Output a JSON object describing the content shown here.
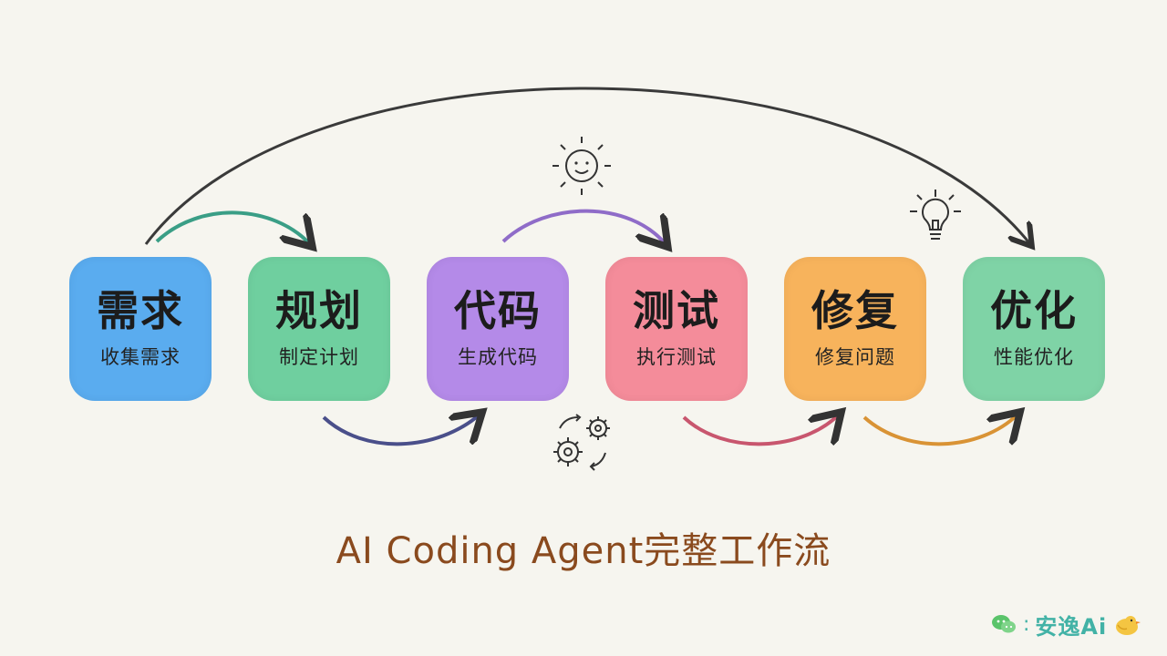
{
  "steps": [
    {
      "title": "需求",
      "subtitle": "收集需求",
      "color": "#5aacef"
    },
    {
      "title": "规划",
      "subtitle": "制定计划",
      "color": "#6fcf9f"
    },
    {
      "title": "代码",
      "subtitle": "生成代码",
      "color": "#b48ae8"
    },
    {
      "title": "测试",
      "subtitle": "执行测试",
      "color": "#f48c9a"
    },
    {
      "title": "修复",
      "subtitle": "修复问题",
      "color": "#f7b35c"
    },
    {
      "title": "优化",
      "subtitle": "性能优化",
      "color": "#7fd3a6"
    }
  ],
  "caption": "AI Coding Agent完整工作流",
  "brand": {
    "name": "安逸Ai",
    "separator": ":"
  },
  "icons": [
    "sun-icon",
    "gears-icon",
    "lightbulb-icon",
    "wechat-icon",
    "bird-icon"
  ]
}
